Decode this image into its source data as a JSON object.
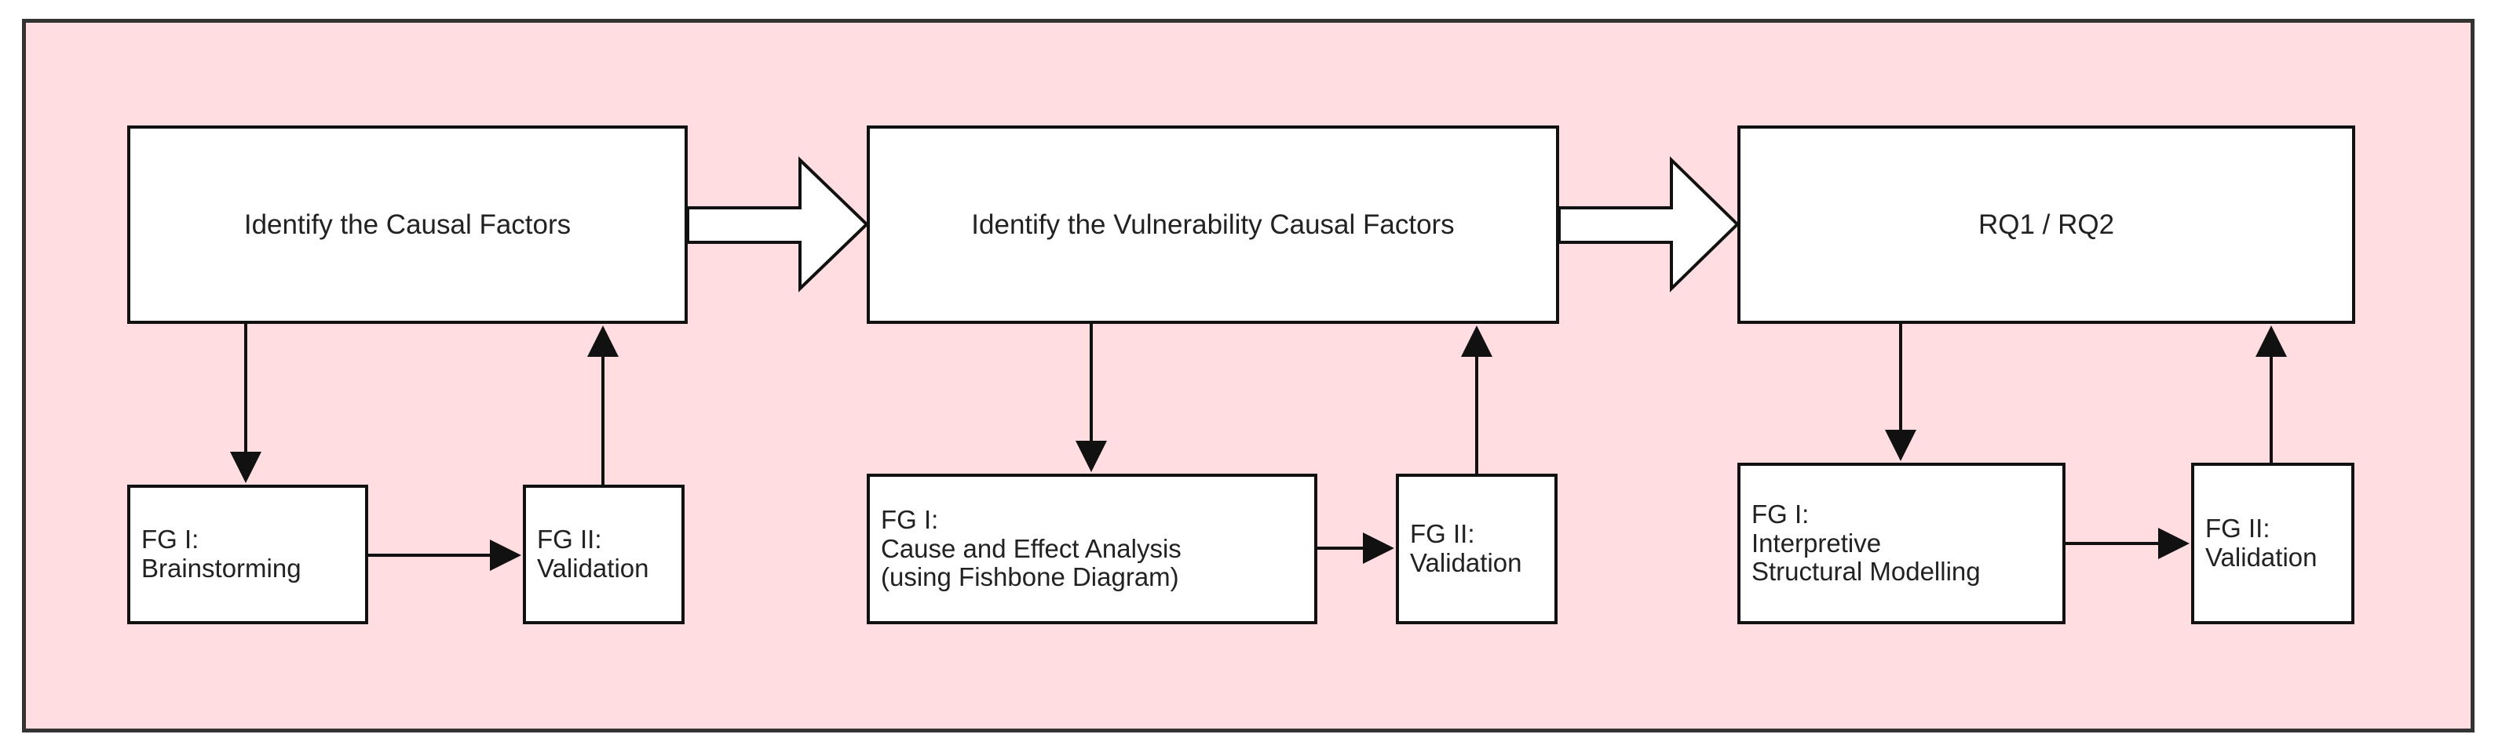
{
  "colors": {
    "frame_background": "#ffdde1",
    "frame_border": "#333333",
    "box_background": "#ffffff",
    "stroke": "#111111",
    "text": "#222222"
  },
  "stages": [
    {
      "title": "Identify the Causal Factors",
      "fg1": [
        "FG I:",
        "Brainstorming"
      ],
      "fg2": [
        "FG II:",
        "Validation"
      ]
    },
    {
      "title": "Identify the Vulnerability Causal Factors",
      "fg1": [
        "FG I:",
        "Cause and Effect Analysis",
        "(using Fishbone Diagram)"
      ],
      "fg2": [
        "FG II:",
        "Validation"
      ]
    },
    {
      "title": "RQ1 / RQ2",
      "fg1": [
        "FG I:",
        "Interpretive",
        "Structural Modelling"
      ],
      "fg2": [
        "FG II:",
        "Validation"
      ]
    }
  ]
}
